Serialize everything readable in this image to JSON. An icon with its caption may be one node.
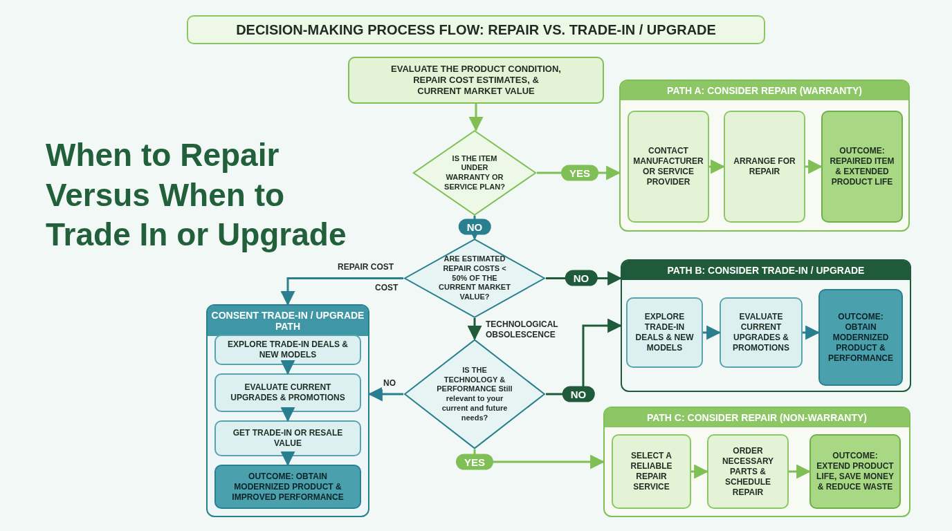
{
  "diagram": {
    "title": "DECISION-MAKING PROCESS FLOW: REPAIR VS. TRADE-IN / UPGRADE",
    "caption": "When to Repair Versus When to Trade In or Upgrade",
    "nodes": [
      {
        "text": [
          "EVALUATE THE PRODUCT CONDITION, REPAIR COST ESTIMATES, & CURRENT MARKET VALUE"
        ]
      },
      {
        "text": [
          "IS THE ITEM UNDER WARRANTY OR SERVICE PLAN?"
        ]
      },
      {
        "text": [
          "PATH A: CONSIDER REPAIR (WARRANTY)"
        ]
      },
      {
        "text": [
          "CONTACT MANUFACTURER OR SERVICE PROVIDER"
        ],
        "in": 2
      },
      {
        "text": [
          "ARRANGE FOR REPAIR"
        ],
        "in": 2
      },
      {
        "text": [
          "OUTCOME: REPAIRED ITEM & EXTENDED PRODUCT LIFE"
        ],
        "in": 2
      },
      {
        "text": [
          "ARE ESTIMATED REPAIR COSTS < 50% OF THE CURRENT MARKET VALUE?"
        ]
      },
      {
        "text": [
          "PATH B: CONSIDER TRADE-IN / UPGRADE"
        ]
      },
      {
        "text": [
          "EXPLORE TRADE-IN DEALS & NEW MODELS"
        ],
        "in": 7
      },
      {
        "text": [
          "EVALUATE CURRENT UPGRADES & PROMOTIONS"
        ],
        "in": 7
      },
      {
        "text": [
          "OUTCOME: OBTAIN MODERNIZED PRODUCT & PERFORMANCE"
        ],
        "in": 7
      },
      {
        "text": [
          "IS THE TECHNOLOGY & PERFORMANCE Still relevant to your current and future needs?"
        ]
      },
      {
        "text": [
          "CONSENT TRADE-IN / UPGRADE PATH"
        ]
      },
      {
        "text": [
          "EXPLORE TRADE-IN DEALS & NEW MODELS"
        ],
        "in": 12
      },
      {
        "text": [
          "EVALUATE CURRENT UPGRADES & PROMOTIONS"
        ],
        "in": 12
      },
      {
        "text": [
          "GET TRADE-IN OR RESALE VALUE"
        ],
        "in": 12
      },
      {
        "text": [
          "OUTCOME: OBTAIN MODERNIZED PRODUCT & IMPROVED PERFORMANCE"
        ],
        "in": 12
      },
      {
        "text": [
          "PATH C: CONSIDER REPAIR (NON-WARRANTY)"
        ]
      },
      {
        "text": [
          "SELECT A RELIABLE REPAIR SERVICE"
        ],
        "in": 17
      },
      {
        "text": [
          "ORDER NECESSARY PARTS & SCHEDULE REPAIR"
        ],
        "in": 17
      },
      {
        "text": [
          "OUTCOME: EXTEND PRODUCT LIFE, SAVE MONEY & REDUCE WASTE"
        ],
        "in": 17
      }
    ],
    "edges": [
      {
        "from": 0,
        "to": 1,
        "arrow": "to"
      },
      {
        "from": 1,
        "to": 2,
        "arrow": "to",
        "label": "YES"
      },
      {
        "from": 3,
        "to": 4,
        "arrow": "to"
      },
      {
        "from": 4,
        "to": 5,
        "arrow": "to"
      },
      {
        "from": 1,
        "to": 6,
        "arrow": "to",
        "label": "NO",
        "color": "#2a7f8f"
      },
      {
        "from": 6,
        "to": 12,
        "arrow": "to",
        "label": "REPAIR COST",
        "color": "#2a7f8f"
      },
      {
        "from": 6,
        "to": 7,
        "arrow": "to",
        "label": "NO",
        "color": "#1f5a3a"
      },
      {
        "from": 6,
        "to": 11,
        "arrow": "to",
        "label": "TECHNOLOGICAL OBSOLESCENCE",
        "color": "#1f5a3a"
      },
      {
        "from": 8,
        "to": 9,
        "arrow": "to",
        "color": "#2a7f8f"
      },
      {
        "from": 9,
        "to": 10,
        "arrow": "to",
        "color": "#2a7f8f"
      },
      {
        "from": 11,
        "to": 12,
        "arrow": "to",
        "label": "NO",
        "color": "#2a7f8f"
      },
      {
        "from": 11,
        "to": 7,
        "arrow": "to",
        "label": "NO",
        "color": "#1f5a3a"
      },
      {
        "from": 11,
        "to": 17,
        "arrow": "to",
        "label": "YES"
      },
      {
        "from": 13,
        "to": 14,
        "arrow": "to",
        "color": "#2a7f8f"
      },
      {
        "from": 14,
        "to": 15,
        "arrow": "to",
        "color": "#2a7f8f"
      },
      {
        "from": 15,
        "to": 16,
        "arrow": "to",
        "color": "#2a7f8f"
      },
      {
        "from": 18,
        "to": 19,
        "arrow": "to"
      },
      {
        "from": 19,
        "to": 20,
        "arrow": "to"
      }
    ],
    "labels": [
      "COST"
    ]
  }
}
